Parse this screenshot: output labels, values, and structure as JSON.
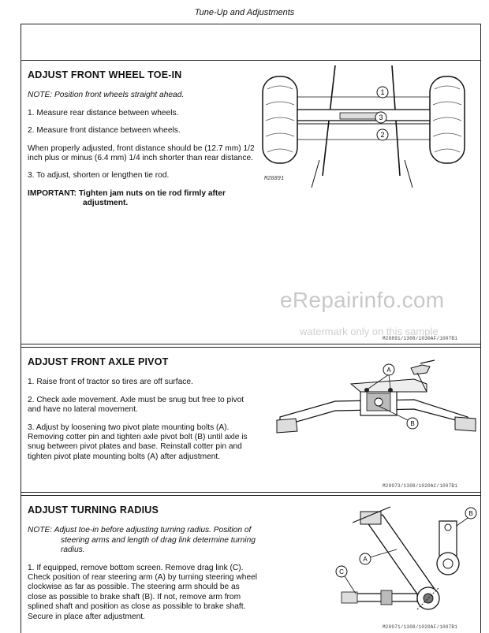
{
  "header": {
    "title": "Tune-Up and Adjustments"
  },
  "sections": [
    {
      "title": "ADJUST FRONT WHEEL TOE-IN",
      "note": "NOTE: Position front wheels straight ahead.",
      "step1": "1. Measure rear distance between wheels.",
      "step2": "2. Measure front distance between wheels.",
      "para": "When properly adjusted, front distance should be (12.7 mm) 1/2 inch plus or minus (6.4 mm) 1/4 inch shorter than rear distance.",
      "step3": "3. To adjust, shorten or lengthen tie rod.",
      "important": "IMPORTANT: Tighten jam nuts on tie rod firmly after adjustment.",
      "figure_code": "M28891",
      "figure_ref": "M28891/1308/1030AF/1007B1",
      "callouts": [
        "1",
        "2",
        "3"
      ]
    },
    {
      "title": "ADJUST FRONT AXLE PIVOT",
      "step1": "1. Raise front of tractor so tires are off surface.",
      "step2": "2. Check axle movement. Axle must be snug but free to pivot and have no lateral movement.",
      "step3": "3. Adjust by loosening two pivot plate mounting bolts (A). Removing cotter pin and tighten axle pivot bolt (B) until axle is snug between pivot plates and base. Reinstall cotter pin and tighten pivot plate mounting bolts (A) after adjustment.",
      "figure_ref": "M28973/1308/1020AC/1007B1",
      "callouts": [
        "A",
        "B"
      ]
    },
    {
      "title": "ADJUST TURNING RADIUS",
      "note": "NOTE: Adjust toe-in before adjusting turning radius. Position of steering arms and length of drag link determine turning radius.",
      "step1": "1. If equipped, remove bottom screen. Remove drag link (C). Check position of rear steering arm (A) by turning steering wheel clockwise as far as possible. The steering arm should be as close as possible to brake shaft (B). If not, remove arm from splined shaft and position as close as possible to brake shaft. Secure in place after adjustment.",
      "figure_ref": "M28971/1308/1020AF/1007B1",
      "callouts": [
        "A",
        "B",
        "C"
      ]
    }
  ],
  "watermark": {
    "main": "eRepairinfo.com",
    "sub": "watermark only on this sample"
  }
}
